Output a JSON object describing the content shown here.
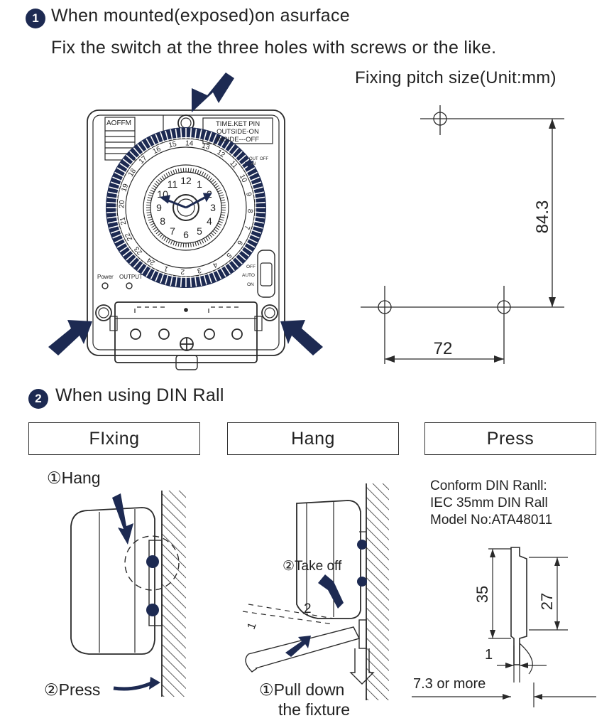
{
  "section1": {
    "number": "1",
    "title": "When mounted(exposed)on asurface",
    "subtitle": "Fix the switch at the three holes with screws or the like.",
    "pitch_title": "Fixing pitch size(Unit:mm)",
    "dim_vertical": "84.3",
    "dim_horizontal": "72"
  },
  "device": {
    "brand": "AOFFM",
    "note_line1": "TIME.KET PIN",
    "note_line2": "OUTSIDE-ON",
    "note_line3": "INSIDE---OFF",
    "out_label": "OUT",
    "off_label": "OFF",
    "on_label": "ON",
    "power_label": "Power",
    "output_label": "OUTPUT",
    "switch_off": "OFF",
    "switch_auto": "AUTO",
    "switch_on": "ON",
    "inner_numbers": [
      "12",
      "1",
      "2",
      "3",
      "4",
      "5",
      "6",
      "7",
      "8",
      "9",
      "10",
      "11"
    ],
    "outer_numbers": [
      "15",
      "14",
      "13",
      "12",
      "11",
      "10",
      "9",
      "8",
      "7",
      "6",
      "5",
      "4",
      "3",
      "2",
      "1",
      "24",
      "23",
      "22",
      "21",
      "20",
      "19",
      "18",
      "17",
      "16"
    ]
  },
  "section2": {
    "number": "2",
    "title": "When using DIN Rall",
    "tabs": [
      "FIxing",
      "Hang",
      "Press"
    ]
  },
  "fixing": {
    "hang_label": "①Hang",
    "press_label": "②Press"
  },
  "hang": {
    "take_off_label": "②Take off",
    "pull_line1": "①Pull down",
    "pull_line2": "the fixture",
    "mark_2": "2",
    "mark_1": "1"
  },
  "press": {
    "conform_line1": "Conform DIN Ranll:",
    "conform_line2": "IEC 35mm DIN Rall",
    "conform_line3": "Model No:ATA48011",
    "dim_35": "35",
    "dim_27": "27",
    "dim_1": "1",
    "dim_73": "7.3 or more"
  }
}
